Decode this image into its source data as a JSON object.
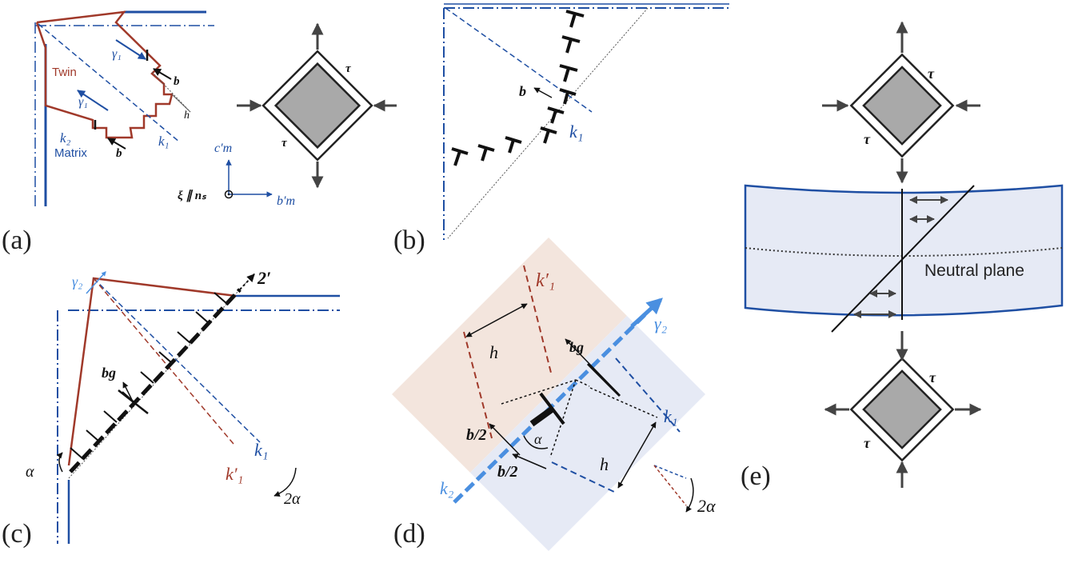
{
  "figure": {
    "panels": {
      "a": {
        "label": "(a)",
        "twin_label": "Twin",
        "matrix_label": "Matrix",
        "k1": "k₁",
        "k2": "k₂",
        "gamma_top": "γ₁",
        "gamma_left": "γ₁",
        "b_top": "b",
        "b_bottom": "b",
        "h": "h",
        "tau_top": "τ",
        "tau_bottom": "τ",
        "axis_c": "c′m",
        "axis_b": "b′m",
        "xi_label": "ξ ∥ nₛ"
      },
      "b": {
        "label": "(b)",
        "b": "b",
        "k1": "k₁"
      },
      "c": {
        "label": "(c)",
        "gamma2": "γ₂",
        "two_prime": "2′",
        "bg": "bg",
        "k1": "k₁",
        "k1_prime": "k′₁",
        "alpha": "α",
        "two_alpha": "2α"
      },
      "d": {
        "label": "(d)",
        "k1_prime": "k′₁",
        "gamma2": "γ₂",
        "bg": "bg",
        "k1": "k₁",
        "k2": "k₂",
        "h_left": "h",
        "h_right": "h",
        "b_half_1": "b/2",
        "b_half_2": "b/2",
        "alpha": "α",
        "two_alpha": "2α"
      },
      "e": {
        "label": "(e)",
        "tau_top_right": "τ",
        "tau_top_left": "τ",
        "neutral_plane": "Neutral plane",
        "tau_bottom_right": "τ",
        "tau_bottom_left": "τ"
      }
    },
    "colors": {
      "twin": "#a0392a",
      "matrix": "#1f4fa3",
      "light_blue": "#4a8fe0",
      "arrow": "#444444",
      "grey_fill": "#a9a9a9",
      "blue_region": "#e6eaf5",
      "pink_region": "#f3e5dd"
    }
  }
}
